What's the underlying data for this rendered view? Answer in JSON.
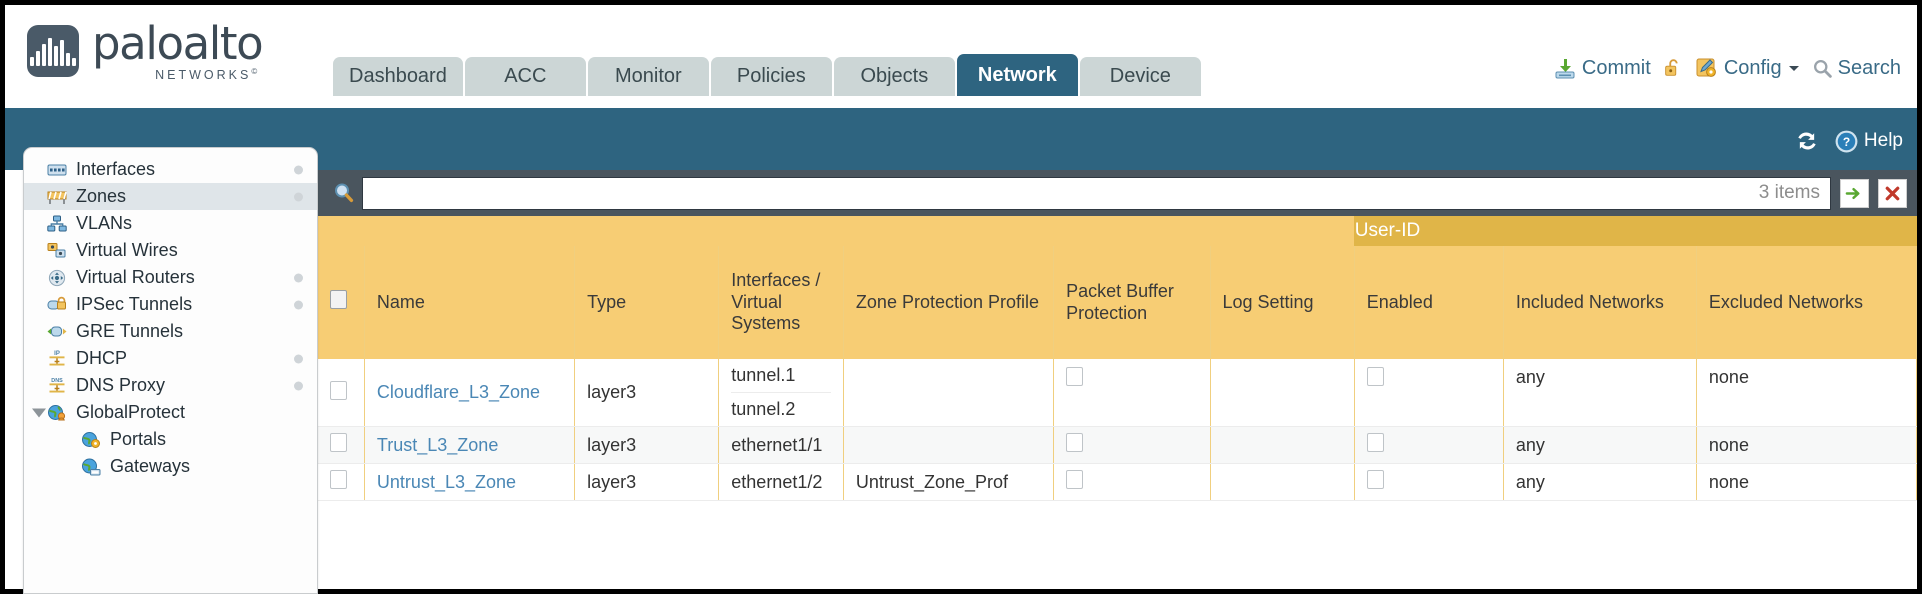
{
  "brand": {
    "name": "paloalto",
    "sub": "NETWORKS",
    "reg": "©"
  },
  "tabs": [
    {
      "label": "Dashboard",
      "active": false
    },
    {
      "label": "ACC",
      "active": false
    },
    {
      "label": "Monitor",
      "active": false
    },
    {
      "label": "Policies",
      "active": false
    },
    {
      "label": "Objects",
      "active": false
    },
    {
      "label": "Network",
      "active": true
    },
    {
      "label": "Device",
      "active": false
    }
  ],
  "topright": {
    "commit": "Commit",
    "config": "Config",
    "search": "Search"
  },
  "band": {
    "help": "Help"
  },
  "sidebar": {
    "items": [
      {
        "label": "Interfaces",
        "icon": "interfaces-icon",
        "selected": false,
        "dot": true,
        "child": false,
        "caret": false
      },
      {
        "label": "Zones",
        "icon": "zones-icon",
        "selected": true,
        "dot": true,
        "child": false,
        "caret": false
      },
      {
        "label": "VLANs",
        "icon": "vlans-icon",
        "selected": false,
        "dot": false,
        "child": false,
        "caret": false
      },
      {
        "label": "Virtual Wires",
        "icon": "virtual-wires-icon",
        "selected": false,
        "dot": false,
        "child": false,
        "caret": false
      },
      {
        "label": "Virtual Routers",
        "icon": "virtual-routers-icon",
        "selected": false,
        "dot": true,
        "child": false,
        "caret": false
      },
      {
        "label": "IPSec Tunnels",
        "icon": "ipsec-tunnels-icon",
        "selected": false,
        "dot": true,
        "child": false,
        "caret": false
      },
      {
        "label": "GRE Tunnels",
        "icon": "gre-tunnels-icon",
        "selected": false,
        "dot": false,
        "child": false,
        "caret": false
      },
      {
        "label": "DHCP",
        "icon": "dhcp-icon",
        "selected": false,
        "dot": true,
        "child": false,
        "caret": false
      },
      {
        "label": "DNS Proxy",
        "icon": "dns-proxy-icon",
        "selected": false,
        "dot": true,
        "child": false,
        "caret": false
      },
      {
        "label": "GlobalProtect",
        "icon": "globalprotect-icon",
        "selected": false,
        "dot": false,
        "child": false,
        "caret": true
      },
      {
        "label": "Portals",
        "icon": "portals-icon",
        "selected": false,
        "dot": false,
        "child": true,
        "caret": false
      },
      {
        "label": "Gateways",
        "icon": "gateways-icon",
        "selected": false,
        "dot": false,
        "child": true,
        "caret": false
      }
    ]
  },
  "search": {
    "value": "",
    "placeholder": "",
    "items_count": "3 items"
  },
  "table": {
    "group_header": "User-ID",
    "columns": [
      "Name",
      "Type",
      "Interfaces / Virtual Systems",
      "Zone Protection Profile",
      "Packet Buffer Protection",
      "Log Setting",
      "Enabled",
      "Included Networks",
      "Excluded Networks"
    ],
    "rows": [
      {
        "selected": false,
        "name": "Cloudflare_L3_Zone",
        "type": "layer3",
        "interfaces": [
          "tunnel.1",
          "tunnel.2"
        ],
        "zone_protection_profile": "",
        "packet_buffer_protection": false,
        "log_setting": "",
        "userid_enabled": false,
        "included_networks": "any",
        "excluded_networks": "none"
      },
      {
        "selected": false,
        "name": "Trust_L3_Zone",
        "type": "layer3",
        "interfaces": [
          "ethernet1/1"
        ],
        "zone_protection_profile": "",
        "packet_buffer_protection": false,
        "log_setting": "",
        "userid_enabled": false,
        "included_networks": "any",
        "excluded_networks": "none"
      },
      {
        "selected": false,
        "name": "Untrust_L3_Zone",
        "type": "layer3",
        "interfaces": [
          "ethernet1/2"
        ],
        "zone_protection_profile": "Untrust_Zone_Prof",
        "packet_buffer_protection": false,
        "log_setting": "",
        "userid_enabled": false,
        "included_networks": "any",
        "excluded_networks": "none"
      }
    ]
  },
  "colors": {
    "brand_blue": "#2e6480",
    "header_yellow": "#f7cd74",
    "group_yellow": "#e0b548",
    "link_blue": "#4a87b5",
    "searchbar_gray": "#4a555e"
  }
}
